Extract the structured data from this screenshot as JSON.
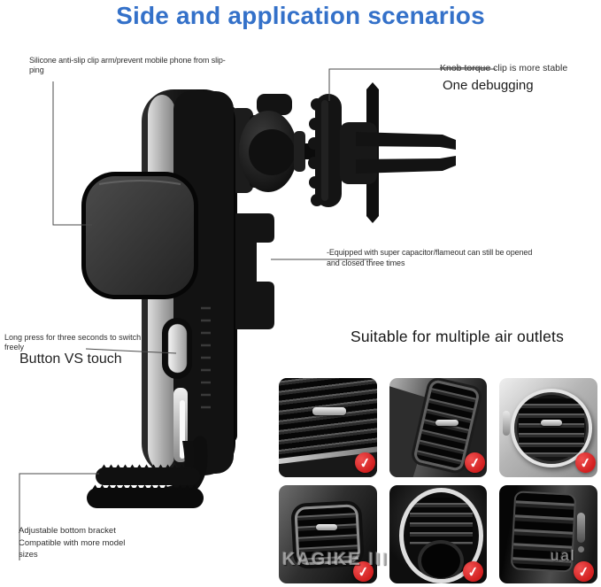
{
  "page": {
    "title": "Side and application scenarios"
  },
  "colors": {
    "title_blue": "#3471c9",
    "check_red": "#d21f1f",
    "leader_line": "#4a4a4a"
  },
  "annotations": {
    "silicone_clip": {
      "line1": "Silicone anti-slip clip arm/prevent mobile phone from slip-",
      "line2": "ping"
    },
    "knob_torque": {
      "struck": "Knob torque",
      "rest": " clip is more stable",
      "sub": "One debugging"
    },
    "capacitor": {
      "line1": "-Equipped with super capacitor/flameout can still be opened",
      "line2": "and closed three times"
    },
    "long_press": {
      "line1": "Long press for three seconds to switch",
      "line2": "freely",
      "sub": "Button VS touch"
    },
    "bottom_bracket": {
      "line1": "Adjustable bottom bracket",
      "line2": "Compatible with more model",
      "line3": "sizes"
    }
  },
  "air_outlets": {
    "heading": "Suitable for multiple air outlets",
    "check_glyph": "✓"
  },
  "watermark": {
    "left": "KAGIKE III",
    "right": "ual"
  }
}
